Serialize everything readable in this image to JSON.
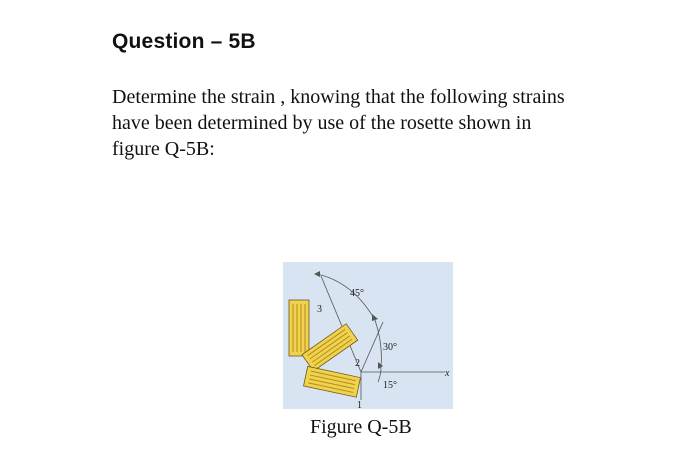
{
  "question": {
    "title": "Question – 5B"
  },
  "problem": {
    "lines": [
      "Determine the strain , knowing that the following strains",
      "have been determined by use of the rosette shown in",
      "figure Q-5B:"
    ]
  },
  "figure": {
    "angles": [
      "45°",
      "30°",
      "15°"
    ],
    "gauge_labels": [
      "3",
      "2",
      "1"
    ],
    "axis_label": "x",
    "caption": "Figure Q-5B"
  }
}
